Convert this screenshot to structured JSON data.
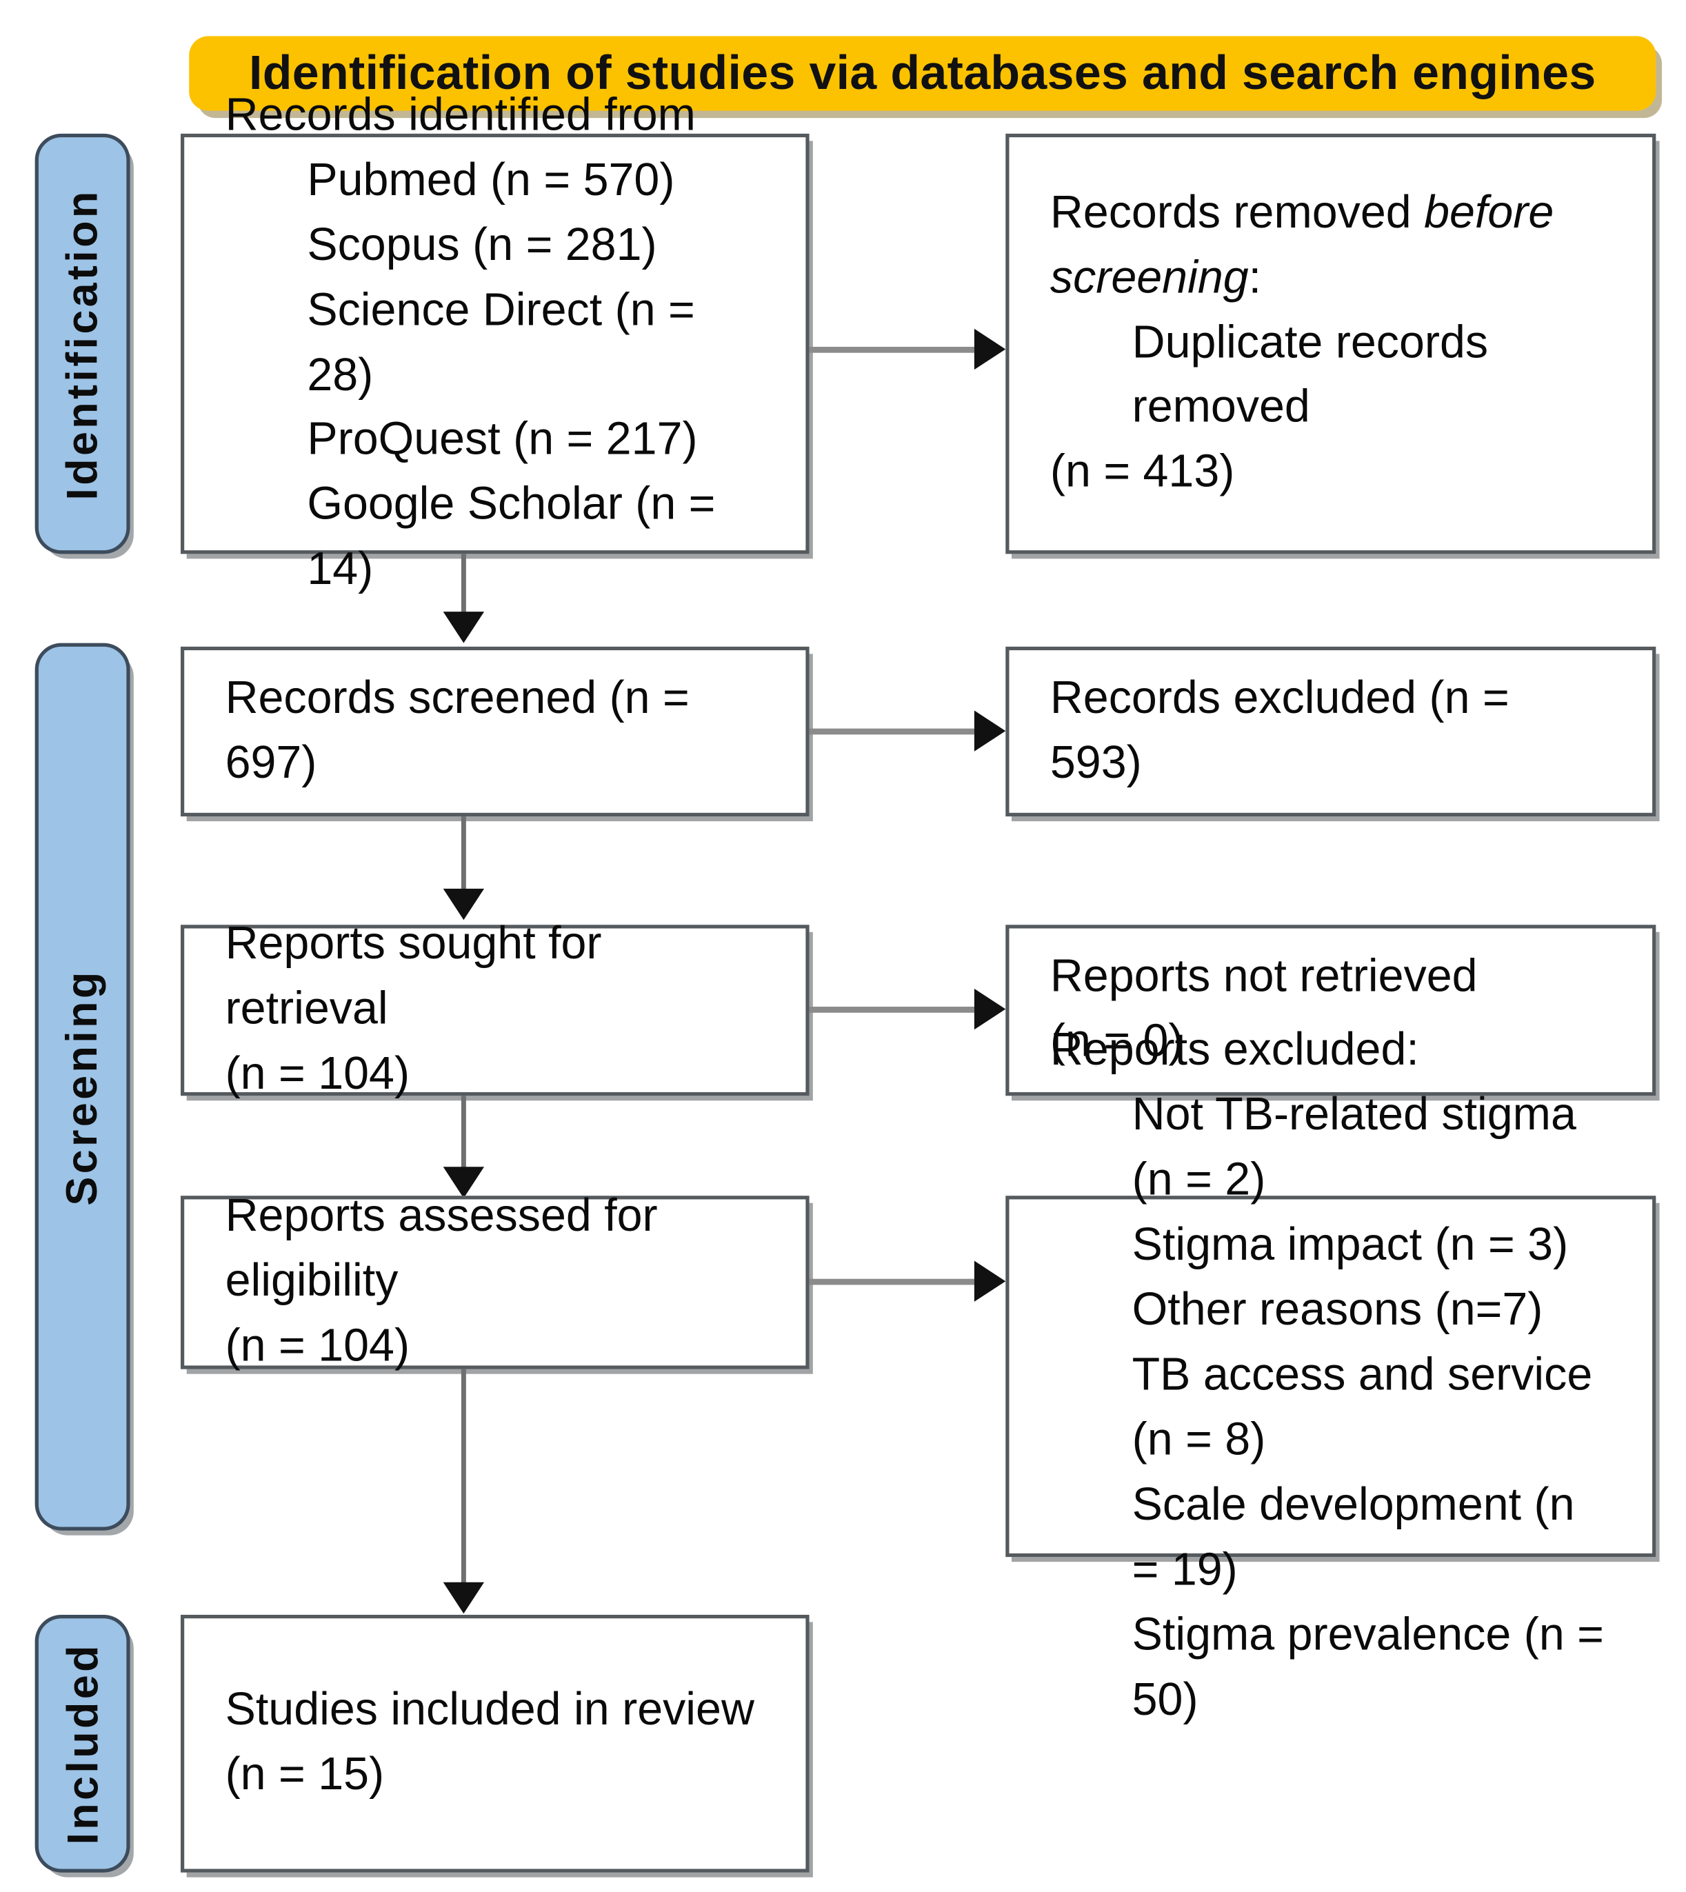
{
  "diagram": {
    "title": "Identification of studies via databases and search engines",
    "colors": {
      "banner": "#FCC200",
      "stage_bar": "#9DC3E6",
      "box_border": "#555A5E",
      "connector": "#8B8B8B",
      "arrow_head": "#111111",
      "text": "#0A0A0A"
    },
    "stages": [
      {
        "id": "identification",
        "label": "Identification"
      },
      {
        "id": "screening",
        "label": "Screening"
      },
      {
        "id": "included",
        "label": "Included"
      }
    ],
    "boxes": {
      "records_identified": {
        "heading": "Records identified from",
        "items": [
          "Pubmed (n = 570)",
          "Scopus (n = 281)",
          "Science Direct (n = 28)",
          "ProQuest (n = 217)",
          "Google Scholar (n = 14)"
        ]
      },
      "records_removed": {
        "heading_plain": "Records removed ",
        "heading_italic": "before",
        "heading_italic_line2": "screening",
        "heading_colon": ":",
        "items": [
          "Duplicate records removed",
          "(n = 413)"
        ]
      },
      "records_screened": {
        "line1": "Records screened (n = 697)"
      },
      "records_excluded": {
        "line1": "Records excluded (n = 593)"
      },
      "reports_sought": {
        "line1": "Reports sought for retrieval",
        "line2": "(n = 104)"
      },
      "reports_not_retrieved": {
        "line1": "Reports not retrieved",
        "line2": "(n = 0)"
      },
      "reports_assessed": {
        "line1": "Reports assessed for eligibility",
        "line2": "(n = 104)"
      },
      "reports_excluded": {
        "heading": "Reports excluded:",
        "items": [
          "Not TB-related stigma (n = 2)",
          "Stigma impact (n = 3)",
          "Other reasons (n=7)",
          "TB access and service (n = 8)",
          "Scale development (n = 19)",
          "Stigma prevalence (n = 50)"
        ]
      },
      "studies_included": {
        "line1": "Studies included in review",
        "line2": "(n = 15)"
      }
    }
  }
}
